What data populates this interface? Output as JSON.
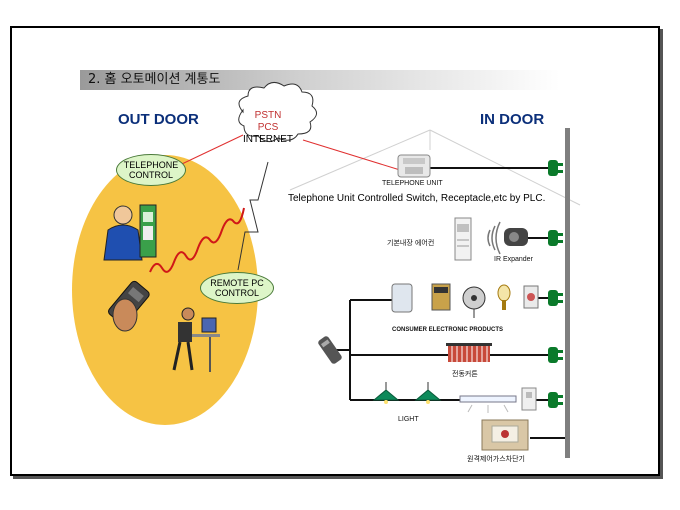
{
  "title": "2. 홈 오토메이션 계통도",
  "out_door": "OUT DOOR",
  "in_door": "IN DOOR",
  "cloud": {
    "line1": "PSTN",
    "line2": "PCS",
    "line3": "INTERNET"
  },
  "telephone_control": {
    "line1": "TELEPHONE",
    "line2": "CONTROL"
  },
  "remote_pc_control": {
    "line1": "REMOTE PC",
    "line2": "CONTROL"
  },
  "telephone_unit": "TELEPHONE UNIT",
  "telephone_unit_caption": "Telephone Unit Controlled Switch, Receptacle,etc by PLC.",
  "aircon": "기본내장 에어컨",
  "ir_expander": "IR Expander",
  "consumer_products": "CONSUMER ELECTRONIC PRODUCTS",
  "curtain": "전동커튼",
  "light": "LIGHT",
  "gas_valve": "원격제어가스차단기",
  "colors": {
    "accent_text": "#0b2f7a",
    "outdoor_ellipse": "#f6c344",
    "bubble": "#ddf5c8",
    "bus": "#7f7f7f",
    "plug": "#0a7a2a"
  }
}
